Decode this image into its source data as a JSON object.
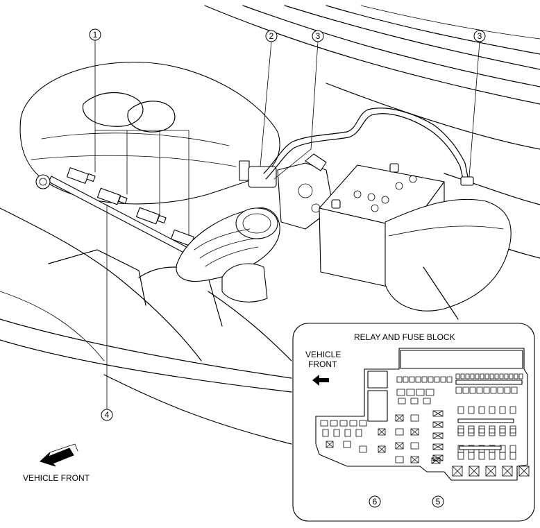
{
  "callouts": {
    "c1": "1",
    "c2": "2",
    "c3a": "3",
    "c3b": "3",
    "c4": "4",
    "c5": "5",
    "c6": "6"
  },
  "labels": {
    "vehicle_front_main": "VEHICLE FRONT",
    "inset_title": "RELAY AND FUSE BLOCK",
    "inset_vehicle_front_line1": "VEHICLE",
    "inset_vehicle_front_line2": "FRONT"
  }
}
